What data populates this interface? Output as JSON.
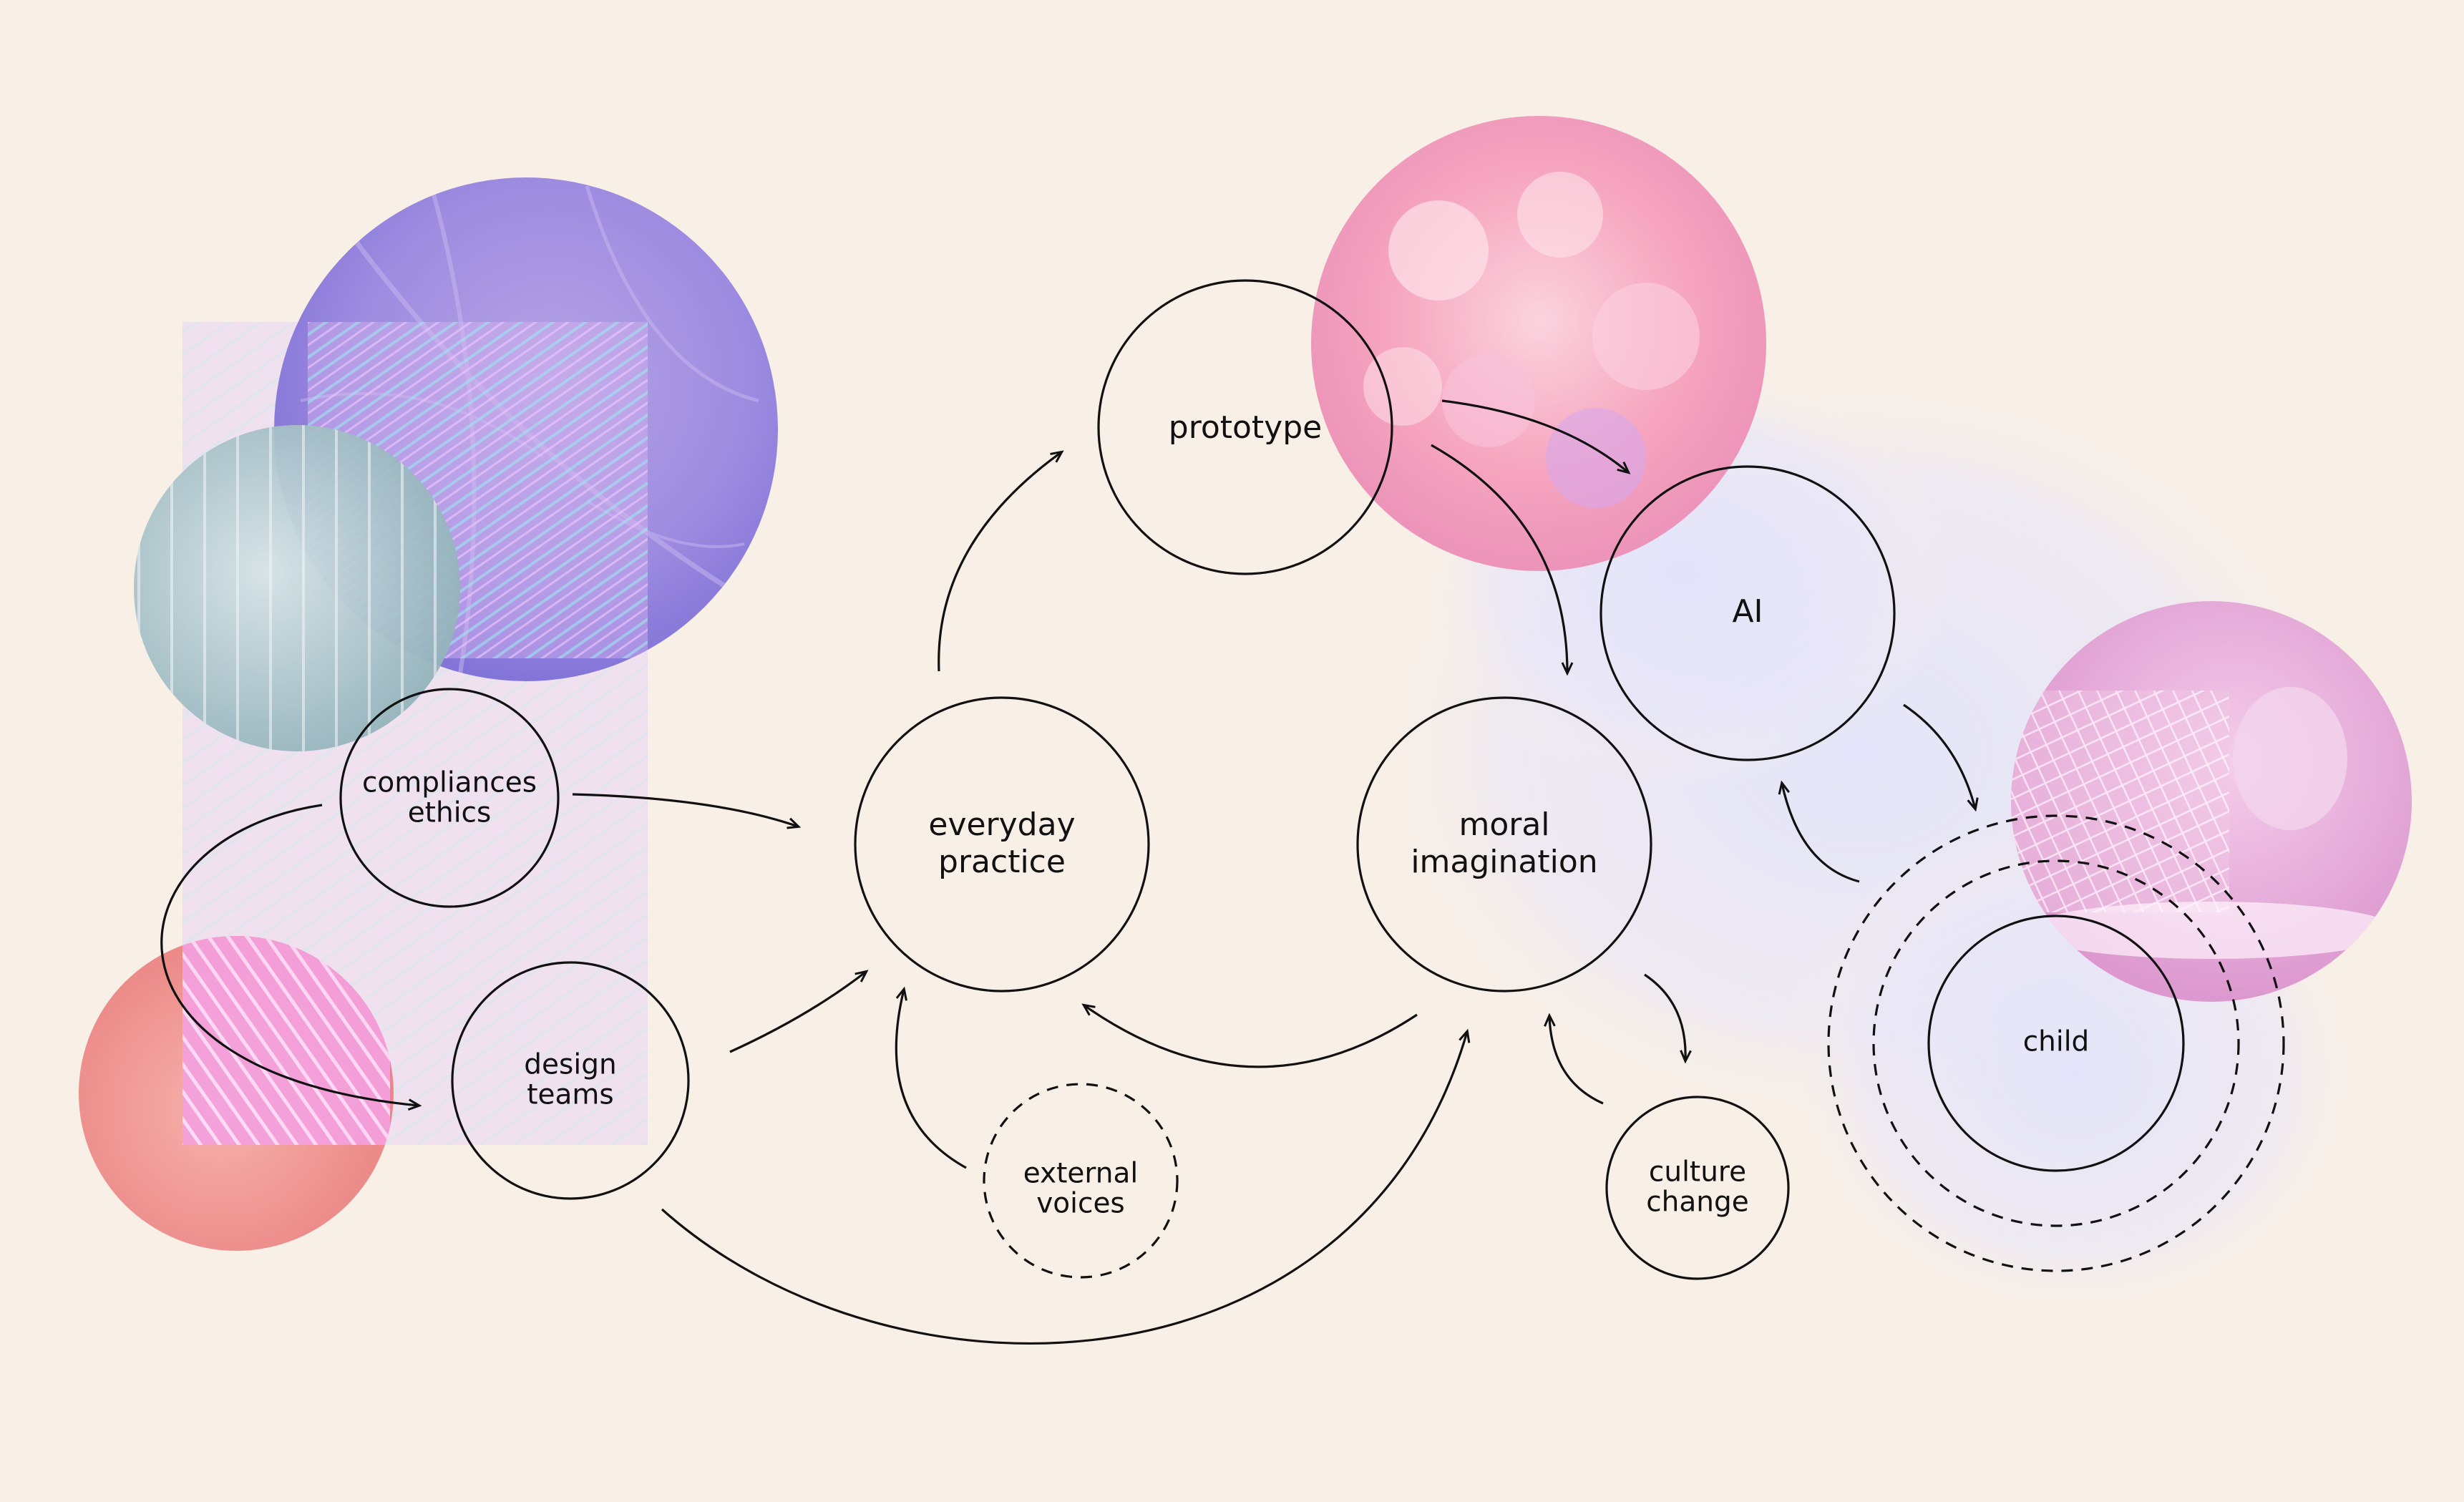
{
  "nodes": {
    "compliances_ethics": {
      "line1": "compliances",
      "line2": "ethics"
    },
    "design_teams": {
      "line1": "design",
      "line2": "teams"
    },
    "everyday_practice": {
      "line1": "everyday",
      "line2": "practice"
    },
    "prototype": {
      "label": "prototype"
    },
    "external_voices": {
      "line1": "external",
      "line2": "voices"
    },
    "moral_imagination": {
      "line1": "moral",
      "line2": "imagination"
    },
    "ai": {
      "label": "AI"
    },
    "culture_change": {
      "line1": "culture",
      "line2": "change"
    },
    "child": {
      "label": "child"
    }
  },
  "colors": {
    "background": "#f8efe6",
    "line": "#111111",
    "leaf_purple": "#9b8ae0",
    "teal_glass": "#a9c3c8",
    "coral": "#ef8f8c",
    "pink_anemone": "#f4a3c2",
    "pink_photo": "#e6a6d6",
    "lavender_haze": "#e4e4fb"
  }
}
